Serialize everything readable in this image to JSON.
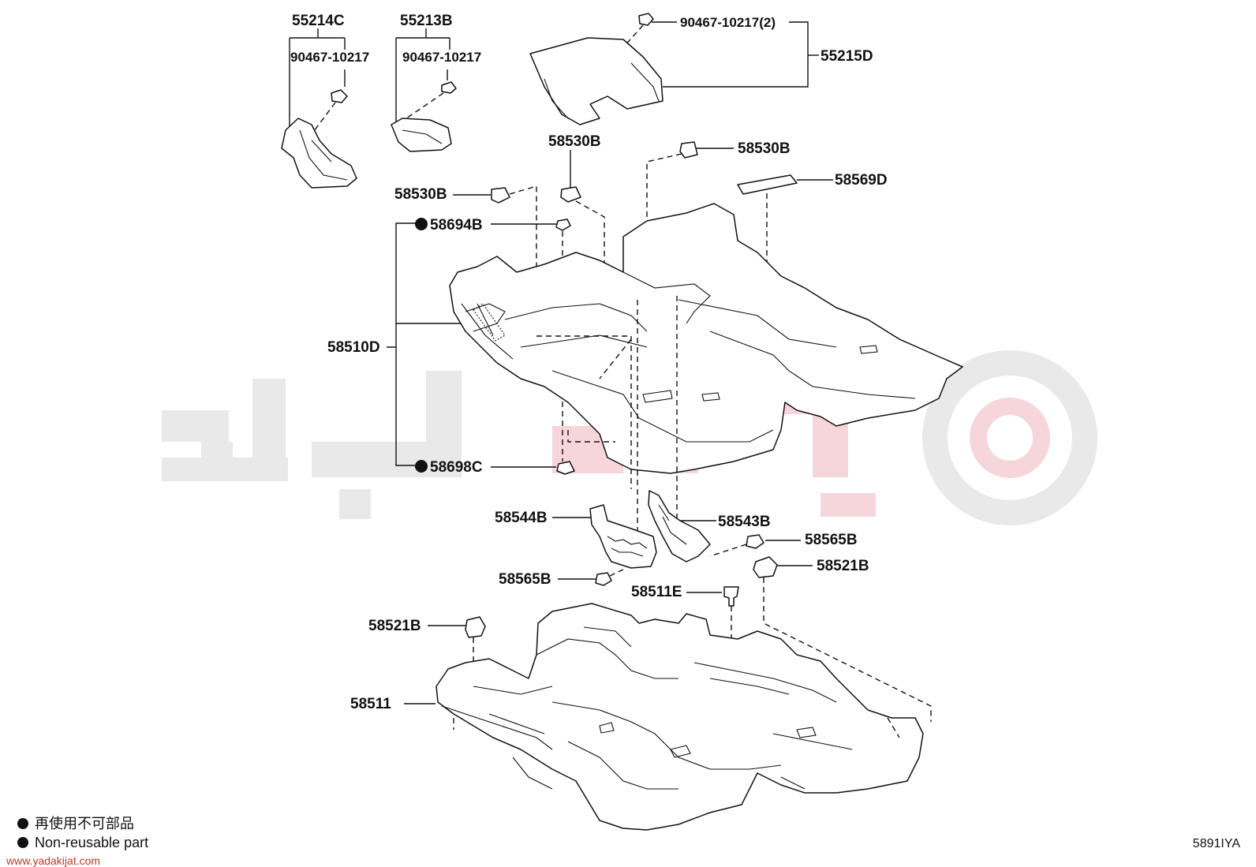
{
  "labels": {
    "p55214C": "55214C",
    "p55213B": "55213B",
    "p90467a": "90467-10217",
    "p90467b": "90467-10217",
    "p90467c": "90467-10217(2)",
    "p55215D": "55215D",
    "p58530B_a": "58530B",
    "p58530B_b": "58530B",
    "p58530B_c": "58530B",
    "p58569D": "58569D",
    "p58694B": "58694B",
    "p58510D": "58510D",
    "p58698C": "58698C",
    "p58544B": "58544B",
    "p58543B": "58543B",
    "p58565B_a": "58565B",
    "p58565B_b": "58565B",
    "p58521B_a": "58521B",
    "p58521B_b": "58521B",
    "p58511E": "58511E",
    "p58511": "58511"
  },
  "legend": {
    "line1": "再使用不可部品",
    "line2": "Non-reusable part"
  },
  "diagram_code": "5891IYA",
  "site": "www.yadakijat.com",
  "colors": {
    "ink": "#111111",
    "watermark_gray": "#e9e9e9",
    "watermark_red": "#f6d6da",
    "url_red": "#c0392b"
  }
}
